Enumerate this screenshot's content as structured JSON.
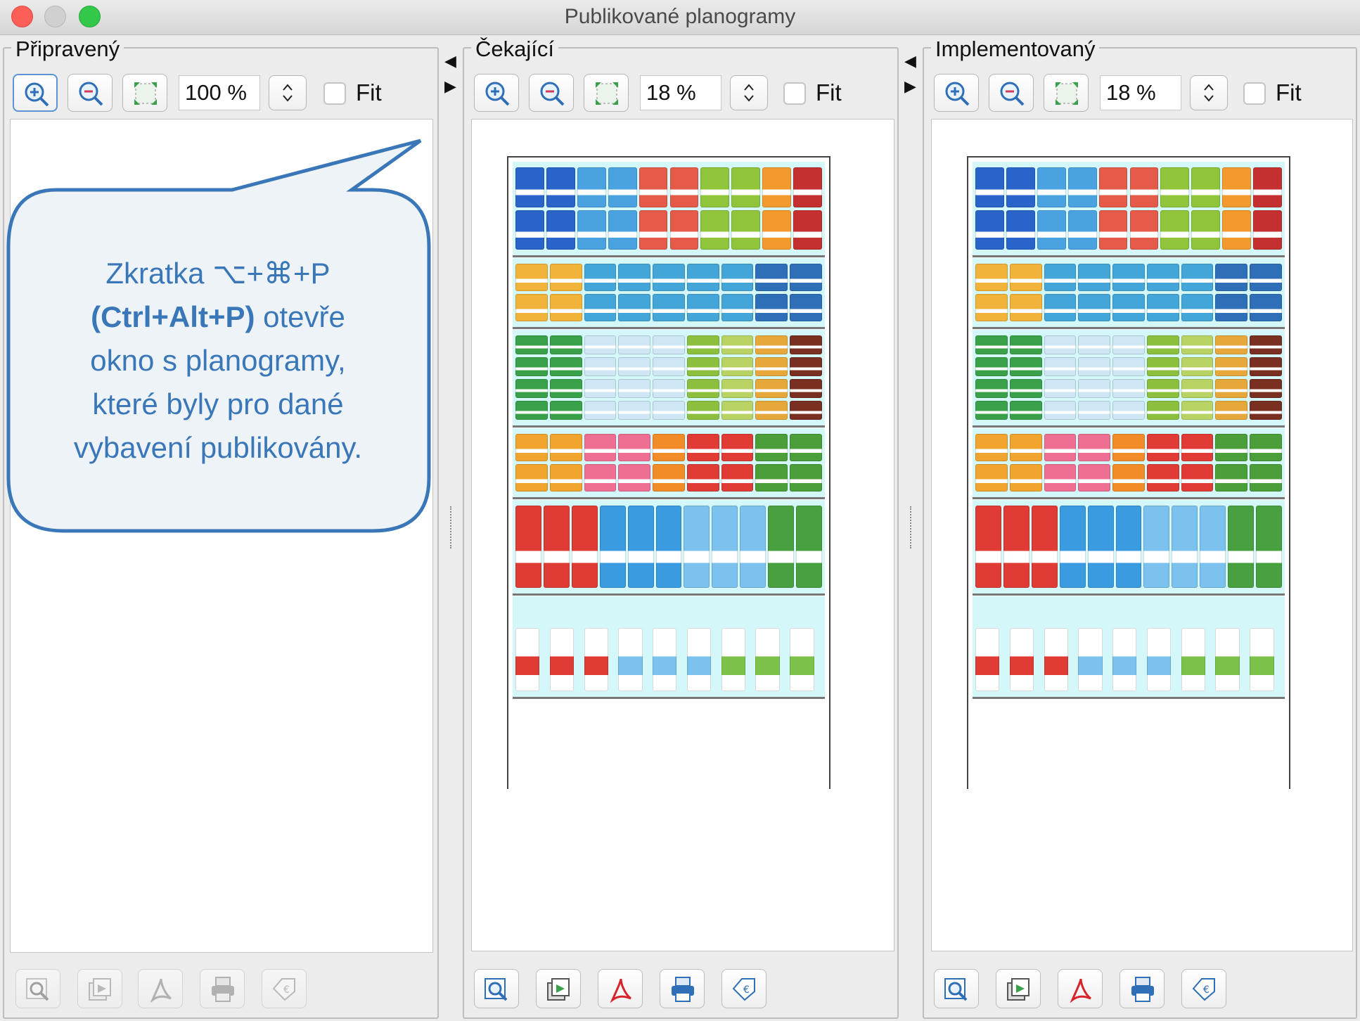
{
  "window": {
    "title": "Publikované planogramy"
  },
  "panels": [
    {
      "title": "Připravený",
      "zoom": "100 %",
      "fit_label": "Fit"
    },
    {
      "title": "Čekající",
      "zoom": "18 %",
      "fit_label": "Fit"
    },
    {
      "title": "Implementovaný",
      "zoom": "18 %",
      "fit_label": "Fit"
    }
  ],
  "callout": {
    "line1": "Zkratka ⌥+⌘+P",
    "line2_bold": "(Ctrl+Alt+P)",
    "line2_rest": " otevře",
    "line3": "okno s planogramy,",
    "line4": "které byly pro dané",
    "line5": "vybavení publikovány."
  },
  "icons": {
    "zoom_in": "zoom-in-icon",
    "zoom_out": "zoom-out-icon",
    "zoom_fit": "fit-to-screen-icon",
    "info": "info-icon",
    "export": "export-icon",
    "pdf": "pdf-icon",
    "print": "print-icon",
    "price": "price-tag-icon"
  },
  "colors": {
    "accent": "#5b93d3",
    "callout_text": "#3a77b8",
    "callout_border": "#3a77b8",
    "callout_fill": "#eef3f8",
    "shelf_background": "#d4f8fa"
  }
}
